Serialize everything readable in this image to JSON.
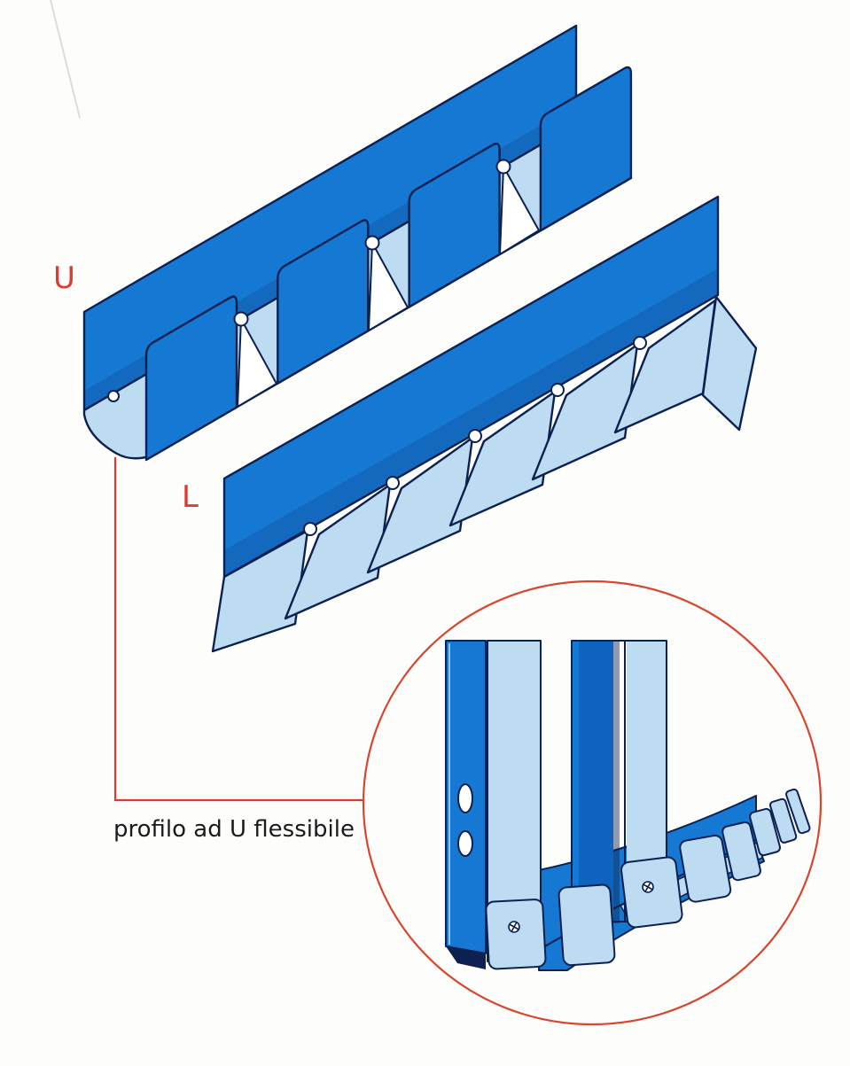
{
  "figure": {
    "label_u": "U",
    "label_l": "L",
    "caption": "profilo ad U flessibile"
  },
  "icons": {
    "screw_head": "crossed-circle",
    "anti_tear_hole": "white-circle"
  },
  "colors": {
    "profile_blue": "#1578D3",
    "profile_blue_deep": "#0E63BE",
    "light_blue": "#BDDCF2",
    "outline_navy": "#0D2150",
    "accent_red": "#E03A2E",
    "circle_red": "#D8462F",
    "text_color": "#1B1B1B",
    "background": "#FDFDFB"
  }
}
